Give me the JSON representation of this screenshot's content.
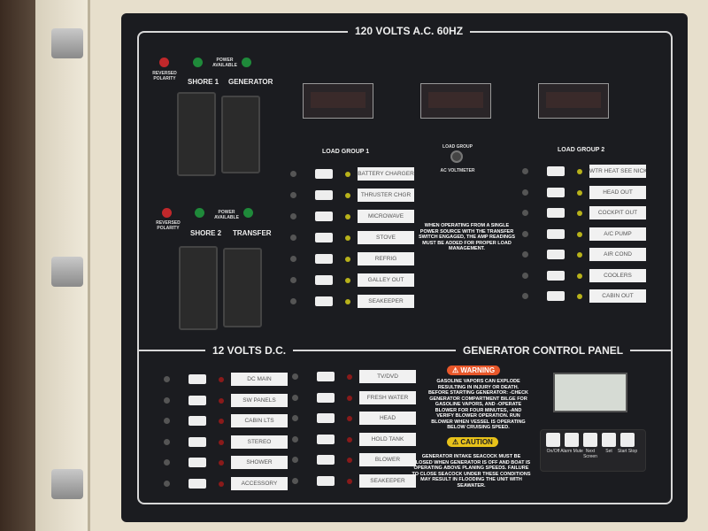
{
  "ac": {
    "title": "120 VOLTS A.C. 60HZ",
    "shore1": {
      "reversed": "REVERSED POLARITY",
      "power": "POWER AVAILABLE",
      "left": "SHORE 1",
      "right": "GENERATOR"
    },
    "shore2": {
      "reversed": "REVERSED POLARITY",
      "power": "POWER AVAILABLE",
      "left": "SHORE 2",
      "right": "TRANSFER"
    },
    "load_group_1": "LOAD GROUP 1",
    "load_group_2": "LOAD GROUP 2",
    "selector": {
      "top": "LOAD GROUP",
      "bottom": "AC VOLTMETER"
    },
    "note": "WHEN OPERATING FROM A SINGLE POWER SOURCE WITH THE TRANSFER SWITCH ENGAGED, THE AMP READINGS MUST BE ADDED FOR PROPER LOAD MANAGEMENT.",
    "group1": [
      "BATTERY CHARGER",
      "THRUSTER CHGR",
      "MICROWAVE",
      "STOVE",
      "REFRIG",
      "GALLEY OUT",
      "SEAKEEPER"
    ],
    "group2": [
      "WTR HEAT SEE NICK",
      "HEAD OUT",
      "COCKPIT OUT",
      "A/C PUMP",
      "AIR COND",
      "COOLERS",
      "CABIN OUT"
    ]
  },
  "dc": {
    "title": "12 VOLTS D.C.",
    "left": [
      "DC MAIN",
      "SW PANELS",
      "CABIN LTS",
      "STEREO",
      "SHOWER",
      "ACCESSORY"
    ],
    "right": [
      "TV/DVD",
      "FRESH WATER",
      "HEAD",
      "HOLD TANK",
      "BLOWER",
      "SEAKEEPER"
    ]
  },
  "gen": {
    "title": "GENERATOR CONTROL PANEL",
    "warning": "⚠ WARNING",
    "warning_text": "GASOLINE VAPORS CAN EXPLODE RESULTING IN INJURY OR DEATH. BEFORE STARTING GENERATOR: -CHECK GENERATOR COMPARTMENT BILGE FOR GASOLINE VAPORS, AND -OPERATE BLOWER FOR FOUR MINUTES, -AND VERIFY BLOWER OPERATION. RUN BLOWER WHEN VESSEL IS OPERATING BELOW CRUISING SPEED.",
    "caution": "⚠ CAUTION",
    "caution_text": "GENERATOR INTAKE SEACOCK MUST BE CLOSED WHEN GENERATOR IS OFF AND BOAT IS OPERATING ABOVE PLANING SPEEDS. FAILURE TO CLOSE SEACOCK UNDER THESE CONDITIONS MAY RESULT IN FLOODING THE UNIT WITH SEAWATER.",
    "buttons": [
      "On/Off",
      "Alarm Mute",
      "Next Screen",
      "Set",
      "Start Stop"
    ]
  },
  "colors": {
    "panel": "#1b1c20",
    "led_red": "#c0282b",
    "led_green": "#1f8a3a",
    "warning": "#e8572a",
    "caution": "#e8c21a"
  }
}
